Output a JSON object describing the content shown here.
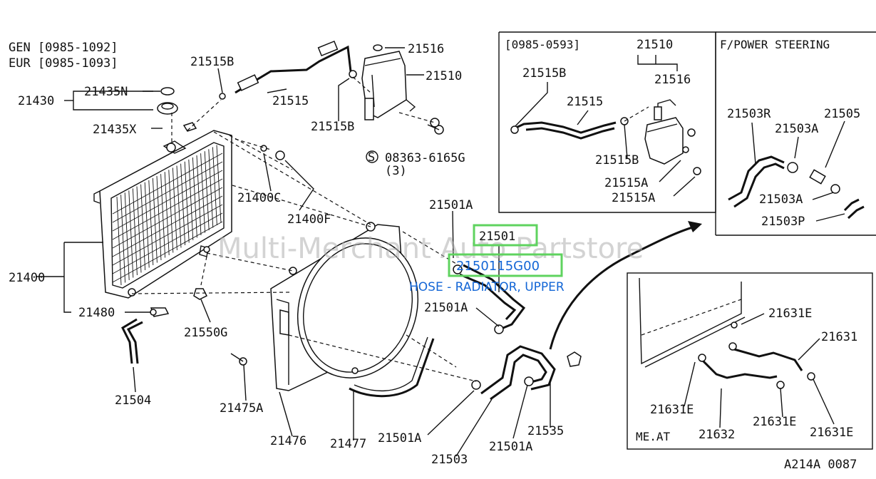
{
  "header": {
    "line1": "GEN [0985-1092]",
    "line2": "EUR [0985-1093]"
  },
  "watermark": "Multi-Merchant Auto Partstore",
  "highlight": {
    "part_number": "21501",
    "oem_number": "2150115G00",
    "description": "HOSE - RADIATOR, UPPER",
    "highlight_color": "#5fd35f",
    "text_color": "#1366d6"
  },
  "main_labels": {
    "l21430": "21430",
    "l21435N": "21435N",
    "l21435X": "21435X",
    "l21515B_a": "21515B",
    "l21515": "21515",
    "l21516": "21516",
    "l21510": "21510",
    "l21515B_b": "21515B",
    "l08363": "08363-6165G",
    "l08363q": "(3)",
    "l21400C": "21400C",
    "l21400F": "21400F",
    "l21501A_a": "21501A",
    "l21400": "21400",
    "l21480": "21480",
    "l21550G": "21550G",
    "l21501A_b": "21501A",
    "l21504": "21504",
    "l21475A": "21475A",
    "l21476": "21476",
    "l21477": "21477",
    "l21501A_c": "21501A",
    "l21503": "21503",
    "l21501A_d": "21501A",
    "l21535": "21535"
  },
  "inset_early": {
    "title": "[0985-0593]",
    "l21510": "21510",
    "l21516": "21516",
    "l21515B_a": "21515B",
    "l21515": "21515",
    "l21515B_b": "21515B",
    "l21515A_a": "21515A",
    "l21515A_b": "21515A"
  },
  "inset_ps": {
    "title": "F/POWER STEERING",
    "l21503R": "21503R",
    "l21505": "21505",
    "l21503A_a": "21503A",
    "l21503A_b": "21503A",
    "l21503P": "21503P"
  },
  "inset_at": {
    "title": "ME.AT",
    "l21631E_a": "21631E",
    "l21631": "21631",
    "l21631E_b": "21631E",
    "l21632": "21632",
    "l21631E_c": "21631E",
    "l21631E_d": "21631E"
  },
  "footer": {
    "code": "A214A 0087"
  },
  "icons": {
    "circled_s": "circled-s-icon"
  }
}
